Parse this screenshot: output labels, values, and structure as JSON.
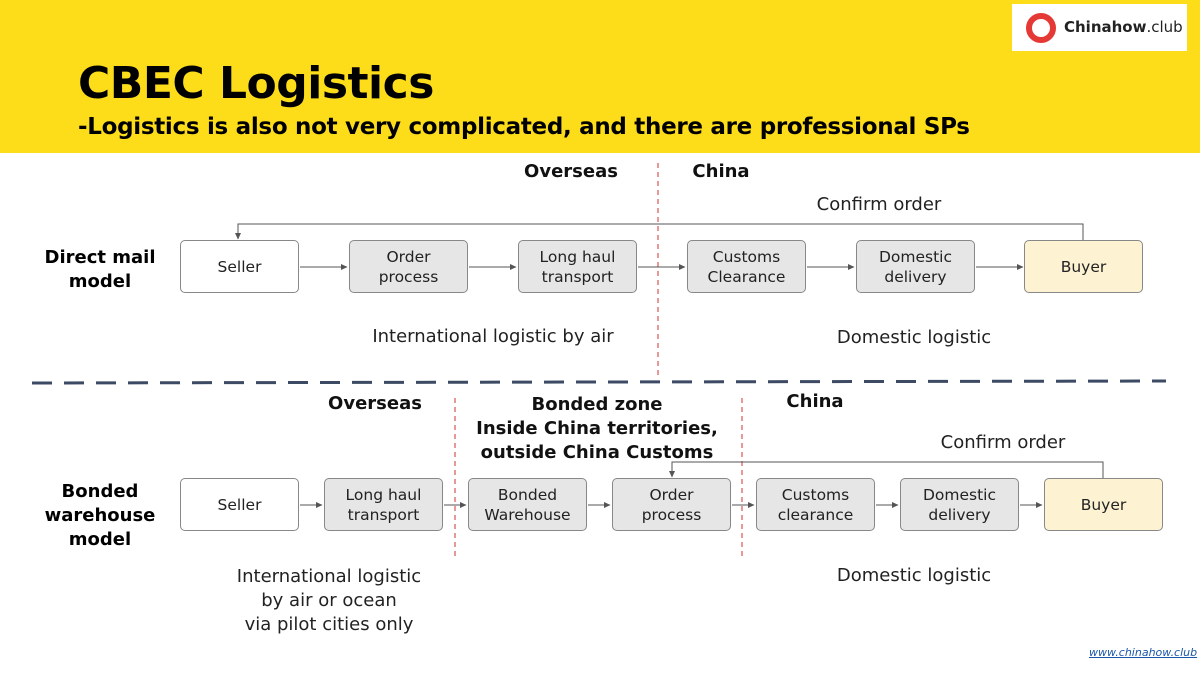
{
  "header": {
    "title": "CBEC Logistics",
    "subtitle": "-Logistics is also not very complicated, and there are professional SPs",
    "logo_brand": "Chinahow",
    "logo_suffix": ".club",
    "background_color": "#FDDD1A"
  },
  "direct_mail": {
    "model_label_line1": "Direct mail",
    "model_label_line2": "model",
    "region_overseas": "Overseas",
    "region_china": "China",
    "confirm_order": "Confirm order",
    "steps": [
      {
        "line1": "Seller",
        "line2": ""
      },
      {
        "line1": "Order",
        "line2": "process"
      },
      {
        "line1": "Long haul",
        "line2": "transport"
      },
      {
        "line1": "Customs",
        "line2": "Clearance"
      },
      {
        "line1": "Domestic",
        "line2": "delivery"
      },
      {
        "line1": "Buyer",
        "line2": ""
      }
    ],
    "note_international": "International logistic by air",
    "note_domestic": "Domestic logistic"
  },
  "bonded": {
    "model_label_line1": "Bonded",
    "model_label_line2": "warehouse",
    "model_label_line3": "model",
    "region_overseas": "Overseas",
    "region_bonded_line1": "Bonded zone",
    "region_bonded_line2": "Inside China territories,",
    "region_bonded_line3": "outside China Customs",
    "region_china": "China",
    "confirm_order": "Confirm order",
    "steps": [
      {
        "line1": "Seller",
        "line2": ""
      },
      {
        "line1": "Long haul",
        "line2": "transport"
      },
      {
        "line1": "Bonded",
        "line2": "Warehouse"
      },
      {
        "line1": "Order",
        "line2": "process"
      },
      {
        "line1": "Customs",
        "line2": "clearance"
      },
      {
        "line1": "Domestic",
        "line2": "delivery"
      },
      {
        "line1": "Buyer",
        "line2": ""
      }
    ],
    "note_international_line1": "International logistic",
    "note_international_line2": "by air or ocean",
    "note_international_line3": "via pilot cities only",
    "note_domestic": "Domestic logistic"
  },
  "footer": {
    "url": "www.chinahow.club"
  },
  "colors": {
    "box_gray": "#E6E6E6",
    "box_buyer": "#FDF3D3",
    "divider_red": "#D9534F",
    "divider_navy": "#3C4A63"
  }
}
